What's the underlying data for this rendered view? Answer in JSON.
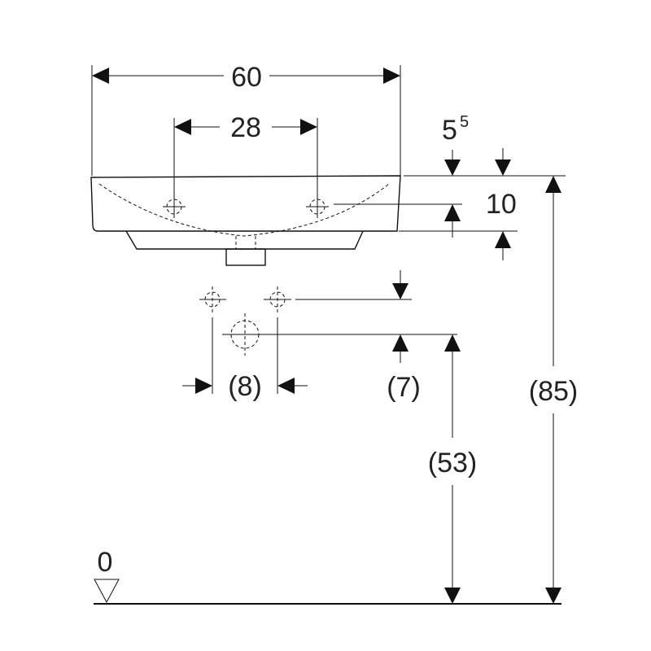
{
  "dimensions": {
    "overall_width": "60",
    "tap_hole_spacing": "28",
    "rim_offset_base": "5",
    "rim_offset_sup": "5",
    "bowl_depth": "10",
    "waste_spacing": "(8)",
    "waste_drop": "(7)",
    "waste_height": "(53)",
    "rim_height": "(85)",
    "floor_level": "0"
  },
  "colors": {
    "line": "#111111",
    "text": "#222222",
    "background": "#ffffff"
  }
}
